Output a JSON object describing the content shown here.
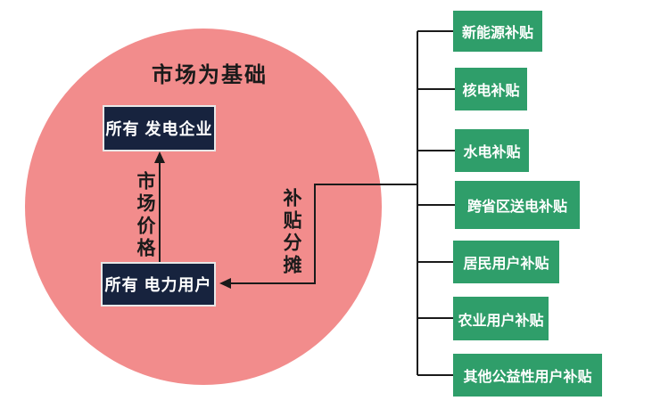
{
  "colors": {
    "circle_fill": "#f28c8c",
    "node_fill": "#17233e",
    "node_border": "#e8e8e8",
    "node_text": "#ffffff",
    "subsidy_fill": "#2f9e6a",
    "line": "#1a1a1a",
    "title_text": "#1a1a1a"
  },
  "circle": {
    "title": "市场为基础"
  },
  "nodes": {
    "generators": {
      "label": "所有 发电企业"
    },
    "users": {
      "label": "所有 电力用户"
    }
  },
  "edge_labels": {
    "market_price": "市场价格",
    "subsidy_share": "补贴分摊"
  },
  "subsidies": [
    {
      "label": "新能源补贴"
    },
    {
      "label": "核电补贴"
    },
    {
      "label": "水电补贴"
    },
    {
      "label": "跨省区送电补贴"
    },
    {
      "label": "居民用户补贴"
    },
    {
      "label": "农业用户补贴"
    },
    {
      "label": "其他公益性用户补贴"
    }
  ]
}
